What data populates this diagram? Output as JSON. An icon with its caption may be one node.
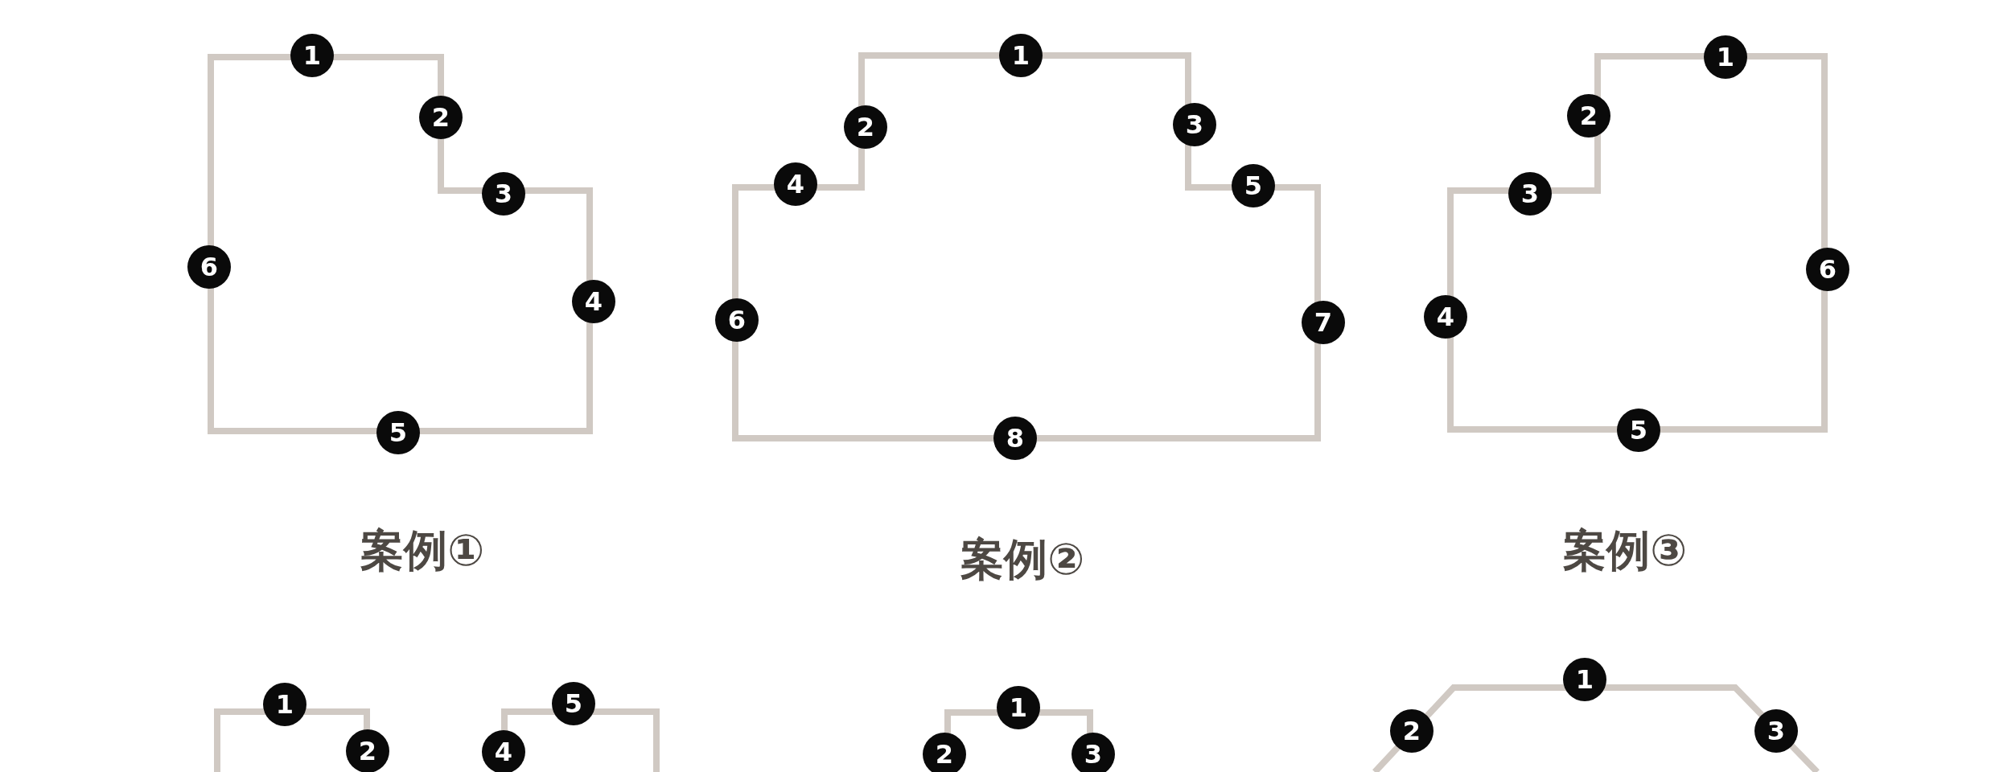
{
  "diagram": {
    "labels": [
      "1",
      "2",
      "3",
      "4",
      "5",
      "6",
      "1",
      "2",
      "3",
      "4",
      "5",
      "6",
      "7",
      "8",
      "1",
      "2",
      "3",
      "4",
      "5",
      "6",
      "案例①",
      "案例②",
      "案例③",
      "1",
      "2",
      "4",
      "5",
      "1",
      "2",
      "3",
      "1",
      "2",
      "3"
    ]
  }
}
